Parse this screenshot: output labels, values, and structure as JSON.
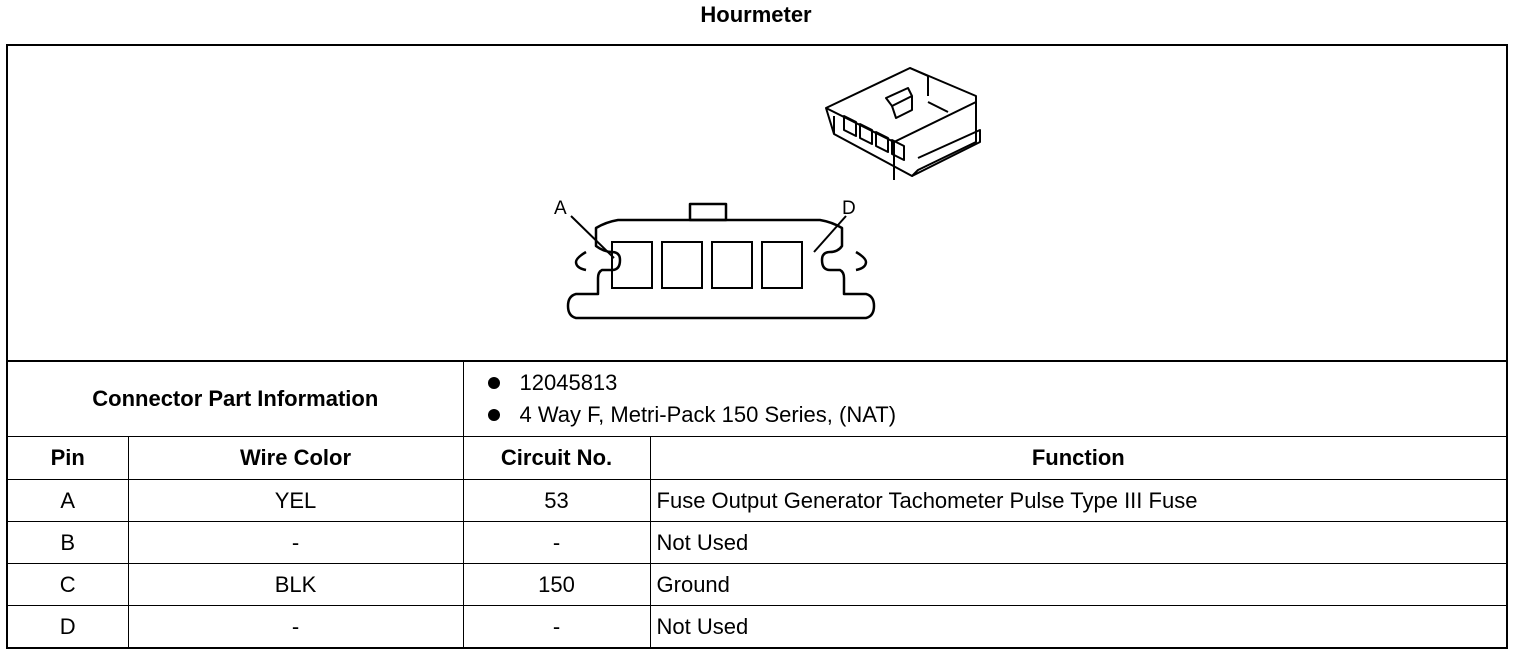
{
  "title": "Hourmeter",
  "diagram": {
    "pin_labels": {
      "first": "A",
      "last": "D"
    }
  },
  "connector_info": {
    "label": "Connector Part Information",
    "items": [
      "12045813",
      "4 Way F, Metri-Pack 150 Series, (NAT)"
    ]
  },
  "table": {
    "headers": {
      "pin": "Pin",
      "wire_color": "Wire Color",
      "circuit": "Circuit No.",
      "function": "Function"
    },
    "rows": [
      {
        "pin": "A",
        "wire_color": "YEL",
        "circuit": "53",
        "function": "Fuse Output Generator Tachometer Pulse Type III Fuse"
      },
      {
        "pin": "B",
        "wire_color": "-",
        "circuit": "-",
        "function": "Not Used"
      },
      {
        "pin": "C",
        "wire_color": "BLK",
        "circuit": "150",
        "function": "Ground"
      },
      {
        "pin": "D",
        "wire_color": "-",
        "circuit": "-",
        "function": "Not Used"
      }
    ]
  }
}
